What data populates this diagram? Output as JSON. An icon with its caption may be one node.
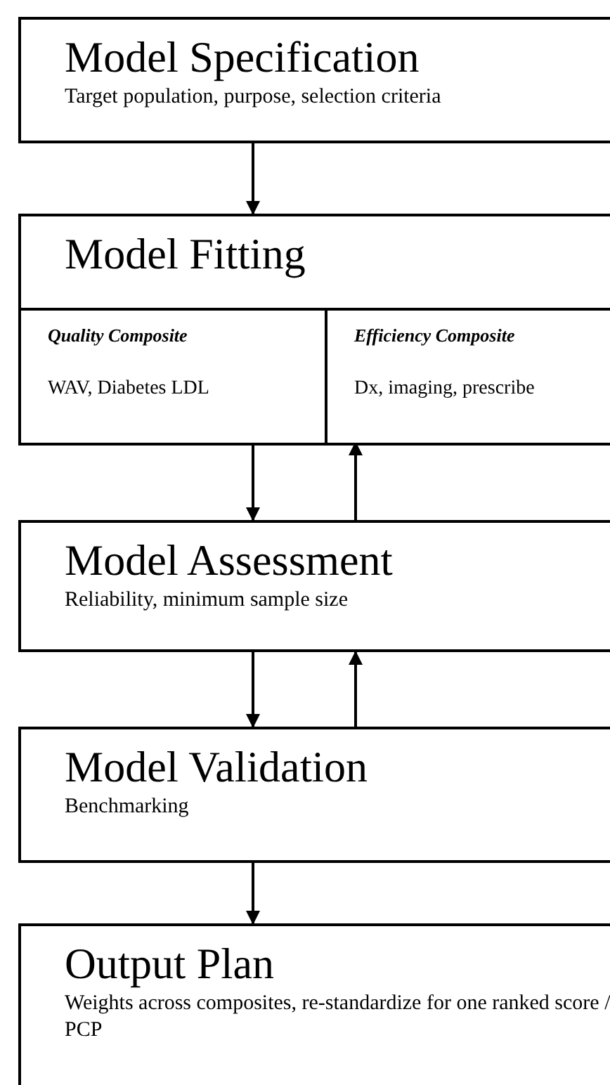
{
  "diagram": {
    "nodes": [
      {
        "text": [
          "Model Specification",
          "Target population, purpose, selection criteria"
        ]
      },
      {
        "text": [
          "Model Fitting"
        ]
      },
      {
        "text": [
          "Quality Composite",
          "WAV, Diabetes LDL"
        ],
        "in": 1
      },
      {
        "text": [
          "Efficiency Composite",
          "Dx, imaging, prescribe"
        ],
        "in": 1
      },
      {
        "text": [
          "Model Assessment",
          "Reliability, minimum sample size"
        ]
      },
      {
        "text": [
          "Model Validation",
          "Benchmarking"
        ]
      },
      {
        "text": [
          "Output Plan",
          "Weights across composites, re-standardize for one ranked score / PCP"
        ]
      }
    ],
    "edges": [
      {
        "from": 0,
        "to": 1,
        "arrow": "to"
      },
      {
        "from": 2,
        "to": 4,
        "arrow": "to"
      },
      {
        "from": 4,
        "to": 3,
        "arrow": "to"
      },
      {
        "from": 4,
        "to": 5,
        "arrow": "to"
      },
      {
        "from": 5,
        "to": 4,
        "arrow": "to"
      },
      {
        "from": 5,
        "to": 6,
        "arrow": "to"
      }
    ]
  }
}
